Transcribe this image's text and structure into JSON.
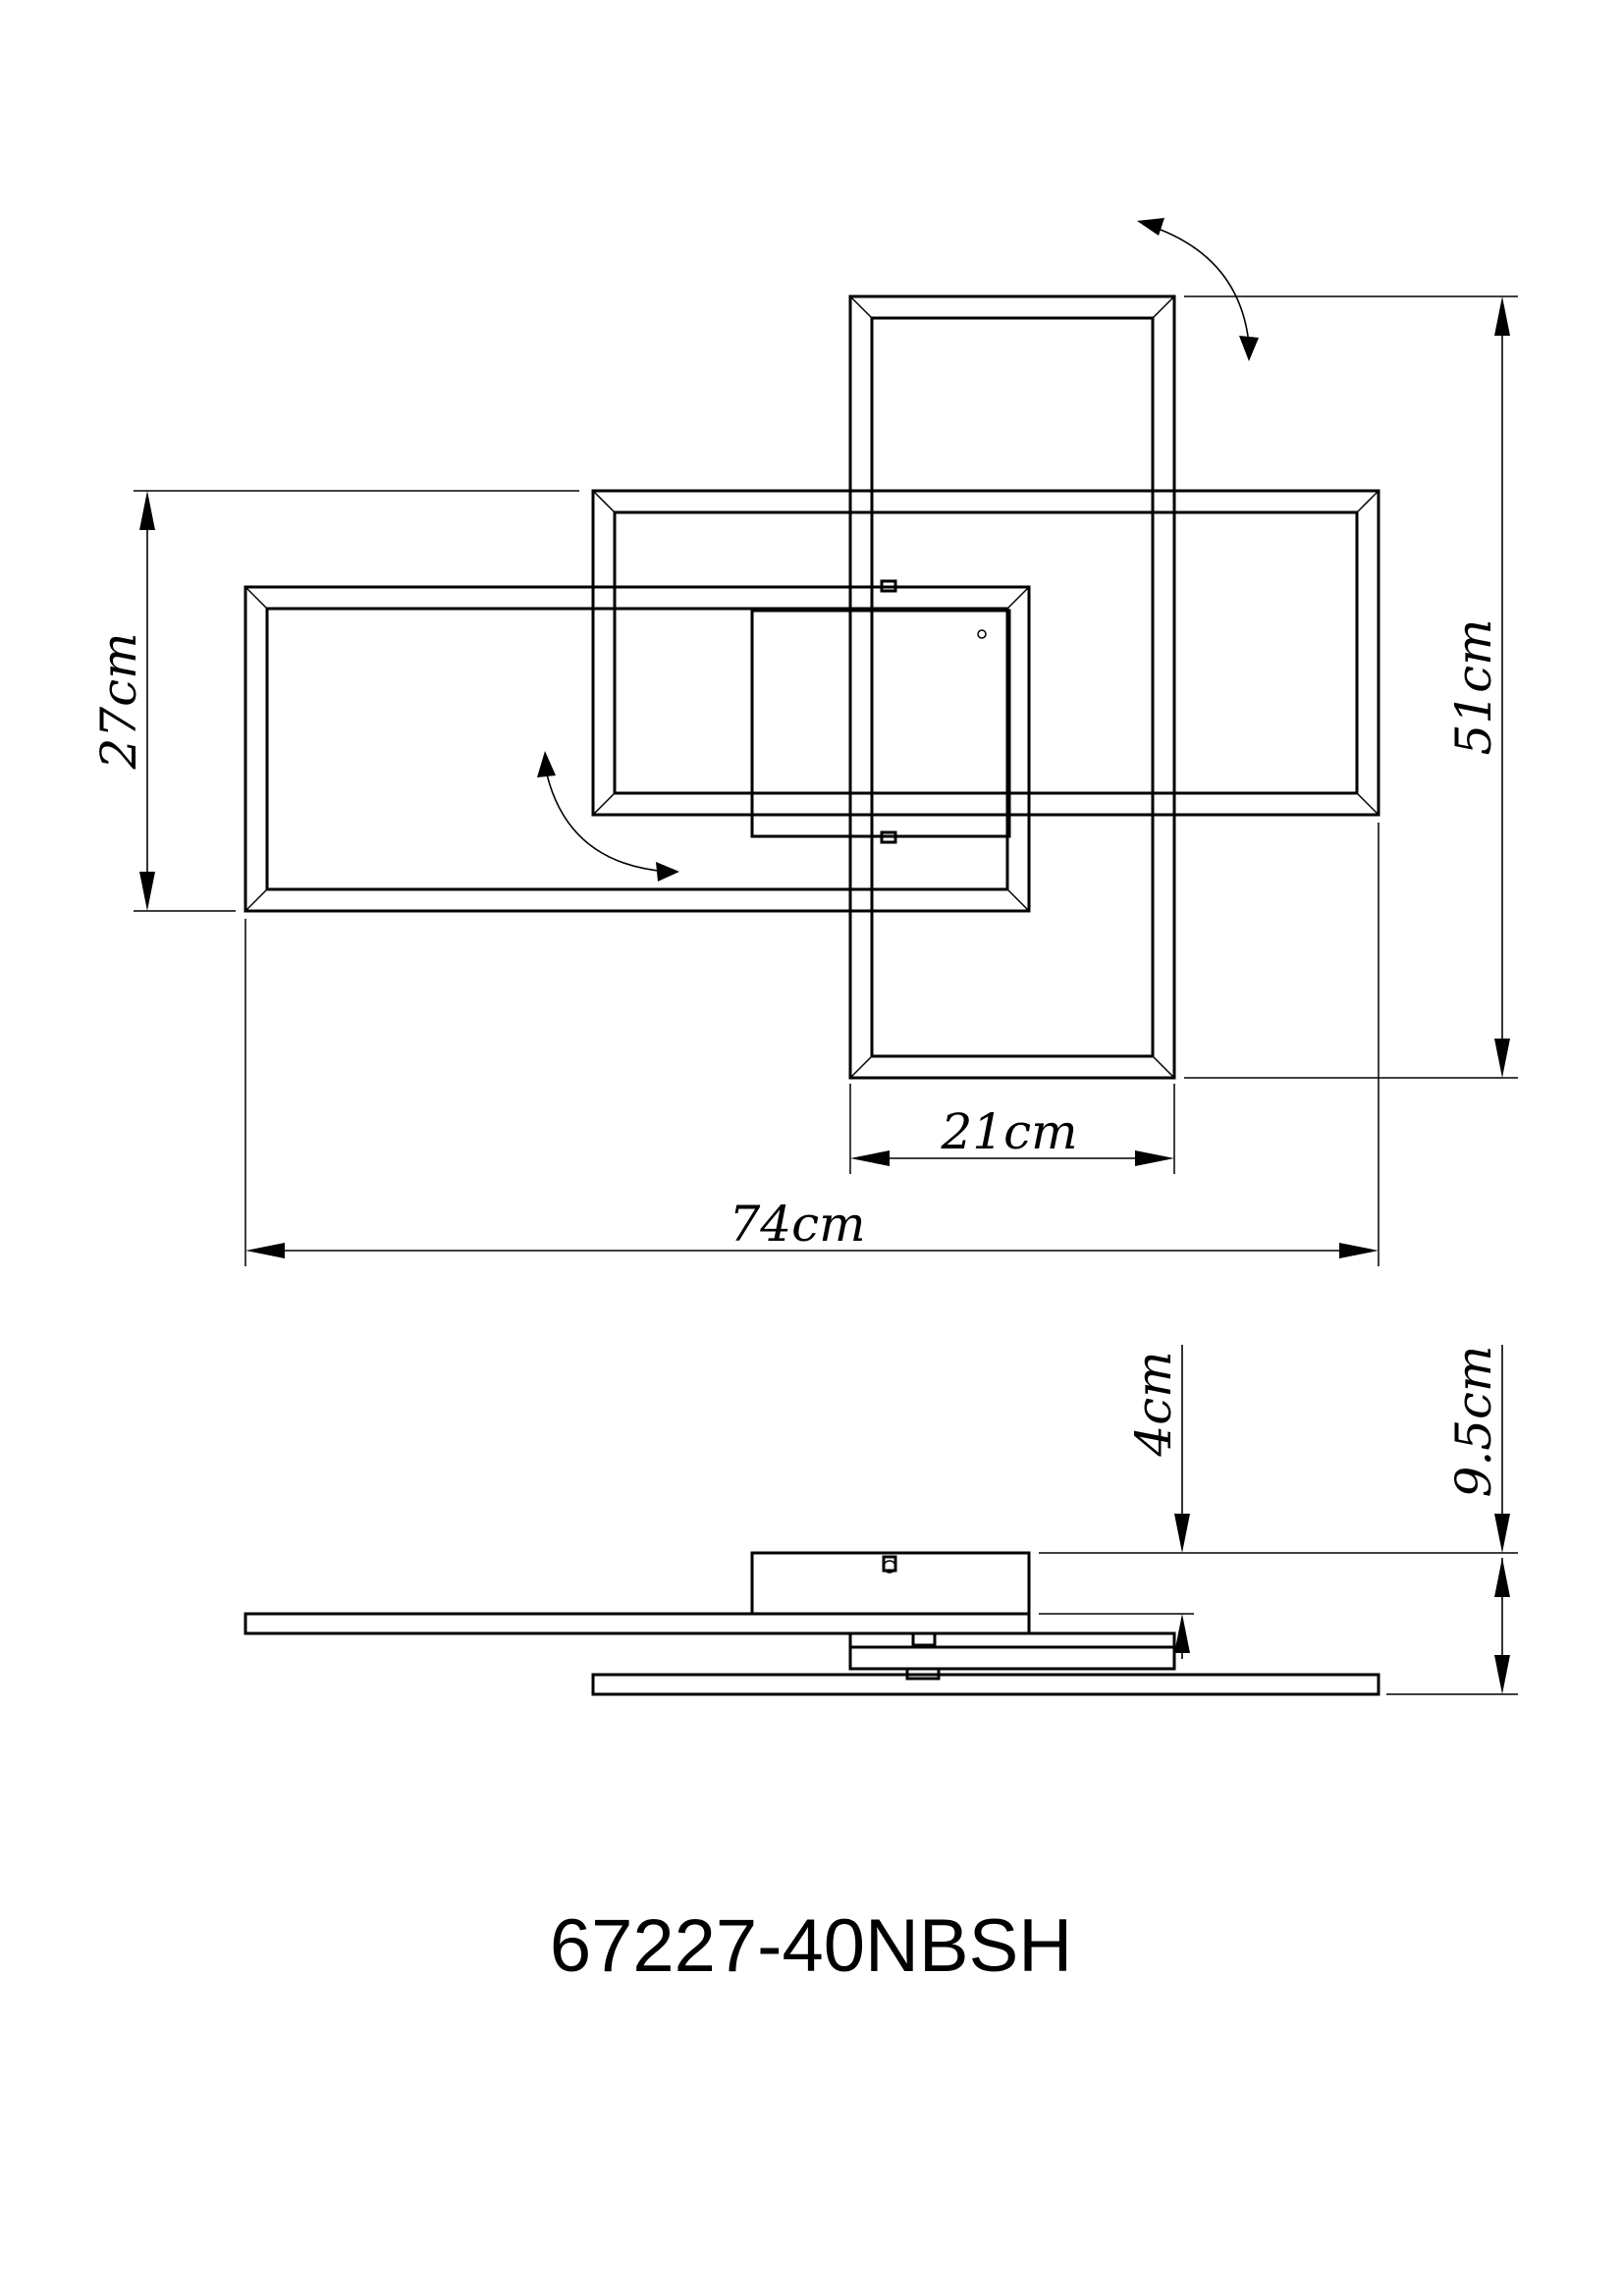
{
  "drawing": {
    "model_number": "67227-40NBSH",
    "top_view": {
      "dim_height_left": "27cm",
      "dim_height_right": "51cm",
      "dim_width_vertical_frame": "21cm",
      "dim_total_width": "74cm"
    },
    "side_view": {
      "dim_base_height": "4cm",
      "dim_total_height": "9.5cm"
    }
  }
}
